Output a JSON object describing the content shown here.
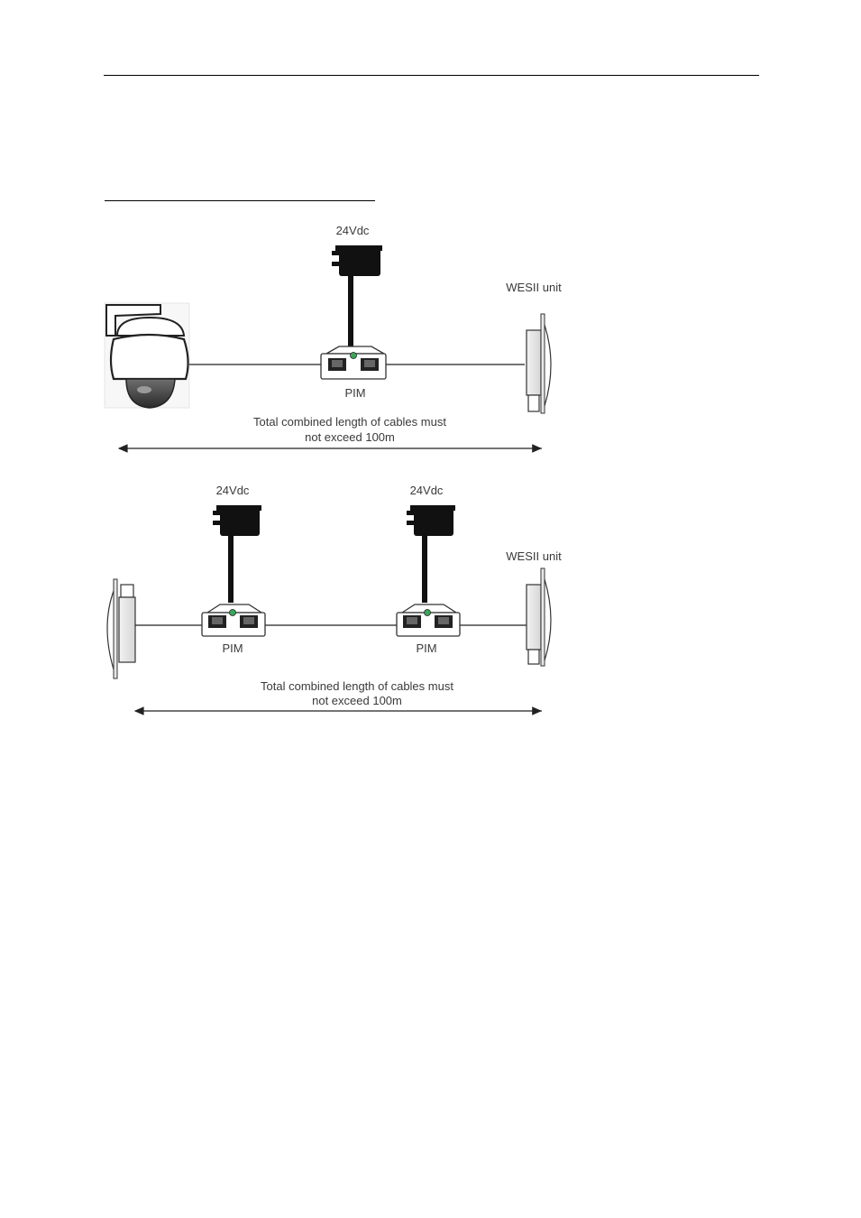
{
  "diagram1": {
    "power_label": "24Vdc",
    "pim_label": "PIM",
    "device_label": "WESII unit",
    "cable_note_line1": "Total combined length of cables must",
    "cable_note_line2": "not exceed 100m"
  },
  "diagram2": {
    "power_label_left": "24Vdc",
    "power_label_right": "24Vdc",
    "pim_label_left": "PIM",
    "pim_label_right": "PIM",
    "device_label": "WESII unit",
    "cable_note_line1": "Total combined length of cables must",
    "cable_note_line2": "not exceed 100m"
  }
}
